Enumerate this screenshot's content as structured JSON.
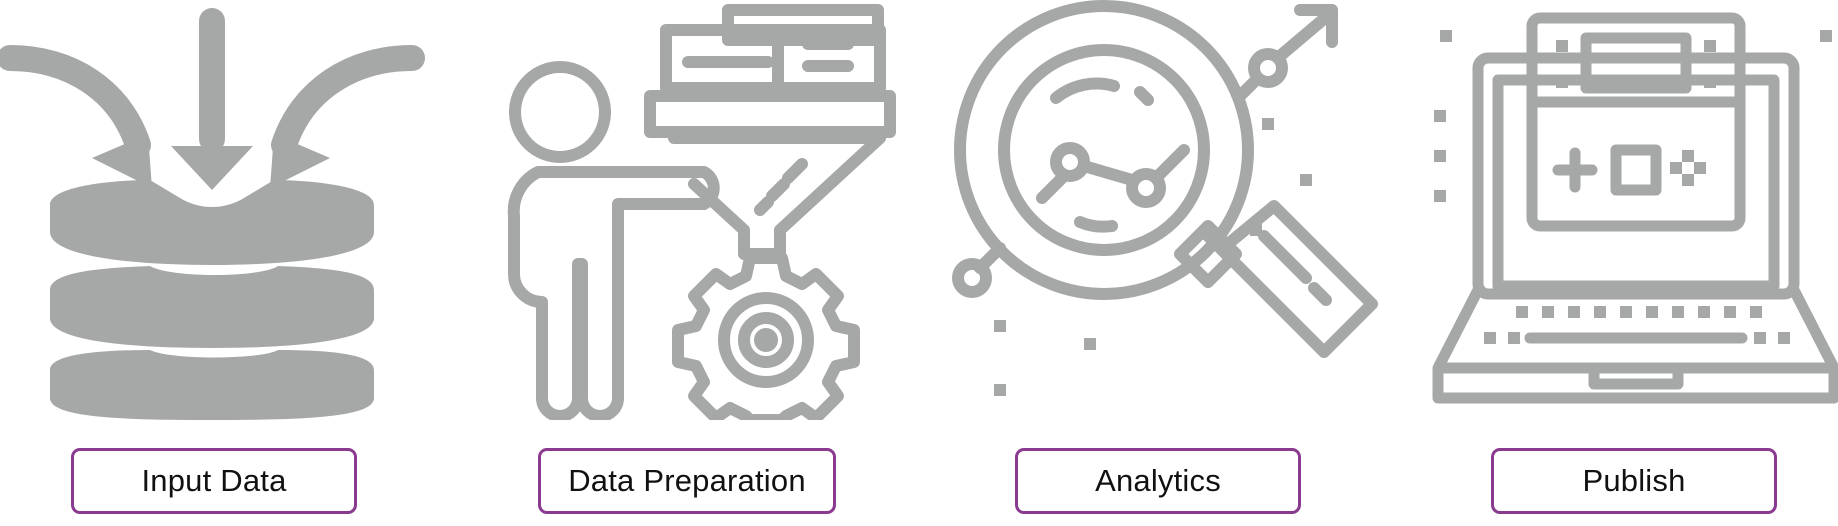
{
  "colors": {
    "icon": "#a6a8a7",
    "border": "#8a3a8f",
    "text": "#111111"
  },
  "steps": [
    {
      "label": "Input Data",
      "icon": "database-inflow-icon"
    },
    {
      "label": "Data Preparation",
      "icon": "person-funnel-gear-icon"
    },
    {
      "label": "Analytics",
      "icon": "magnifier-chart-icon"
    },
    {
      "label": "Publish",
      "icon": "laptop-layout-icon"
    }
  ]
}
